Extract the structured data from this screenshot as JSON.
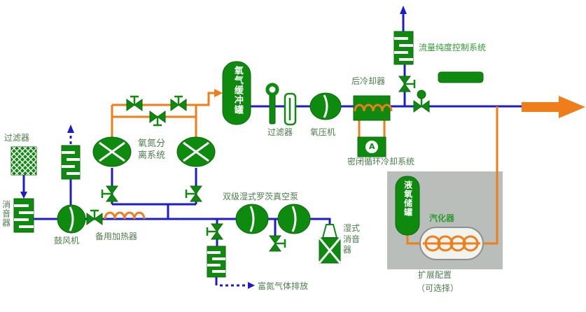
{
  "diagram": {
    "labels": {
      "filter_left": "过滤器",
      "silencer_left": "消音器",
      "blower": "鼓风机",
      "backup_heater": "备用加热器",
      "separation_system": "氧氮分离系统",
      "buffer_tank": "氧气缓冲罐",
      "filter_mid": "过滤器",
      "oxygen_compressor": "氧压机",
      "aftercooler": "后冷却器",
      "cooling_system": "密闭循环冷却系统",
      "flow_purity": "流量纯度控制系统",
      "vacuum_pump": "双级湿式罗茨真空泵",
      "wet_silencer": "湿式消音器",
      "nitrogen_discharge": "富氮气体排放",
      "expansion": "扩展配置",
      "optional": "（可选择）",
      "lox_tank": "液氧储罐",
      "vaporizer": "汽化器",
      "pump_letter": "A"
    },
    "colors": {
      "equipment_green": "#0e8a0e",
      "equipment_green_dark": "#0a6a0a",
      "line_blue": "#1c1cc8",
      "line_orange": "#ef7d1a",
      "label_green": "#4d7d4d",
      "bright_green": "#2f9b2f",
      "panel_gray": "#babeba"
    }
  }
}
